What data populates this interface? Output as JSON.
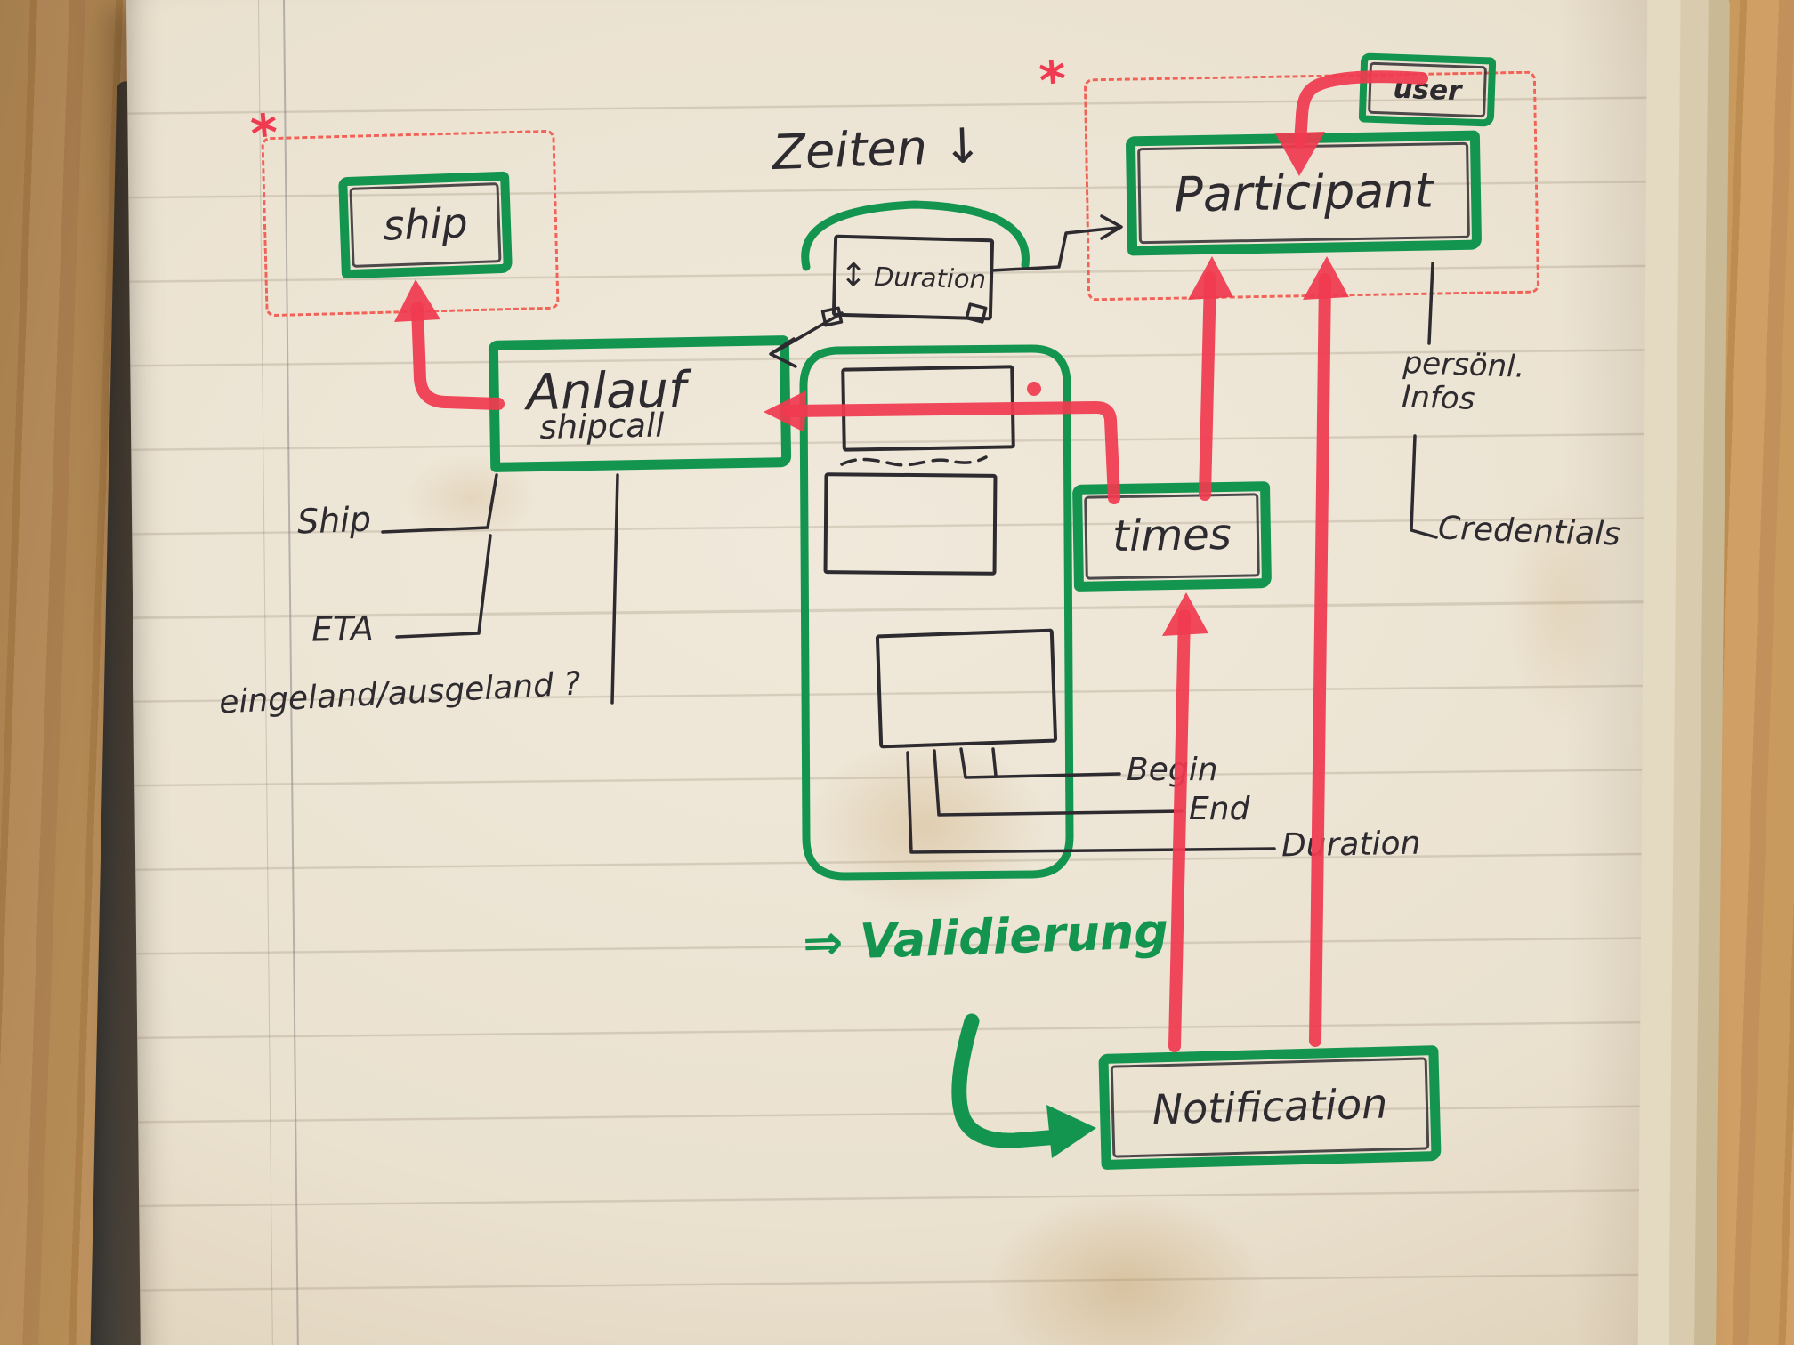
{
  "diagram": {
    "title_note": "Zeiten ↓",
    "boxes": {
      "ship": {
        "label": "ship"
      },
      "anlauf": {
        "label": "Anlauf",
        "sublabel": "shipcall"
      },
      "participant": {
        "label": "Participant"
      },
      "user": {
        "label": "user"
      },
      "times": {
        "label": "times"
      },
      "notification": {
        "label": "Notification"
      },
      "duration": {
        "label": "Duration",
        "resize_arrow": "↕"
      }
    },
    "attributes": {
      "ship": "Ship",
      "eta": "ETA",
      "loading": "eingeland/ausgeland ?",
      "personal_infos": "persönl. Infos",
      "credentials": "Credentials",
      "begin": "Begin",
      "end": "End",
      "duration": "Duration"
    },
    "notes": {
      "validierung": "⇒ Validierung",
      "asterisk": "*"
    },
    "colors": {
      "marker_green": "#14954f",
      "marker_red": "#f03a50",
      "ink": "#2d2b30",
      "paper": "#ebe2d1",
      "wood": "#c5935a"
    }
  }
}
